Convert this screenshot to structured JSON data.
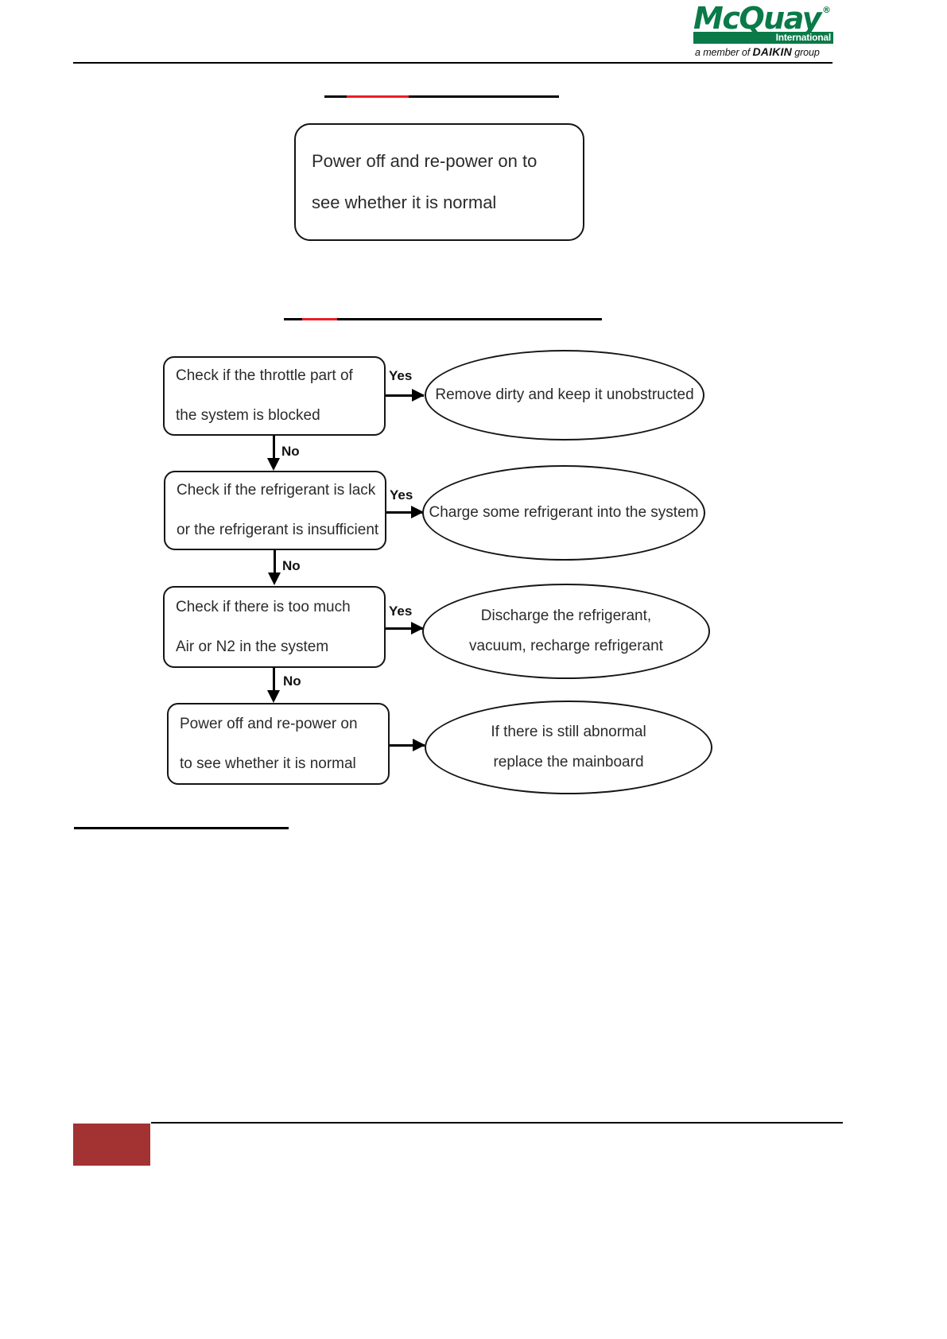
{
  "header": {
    "logo": {
      "wordmark": "McQuay",
      "registered_mark": "®",
      "subtitle": "International",
      "tagline_prefix": "a member of ",
      "tagline_brand": "DAIKIN",
      "tagline_suffix": " group",
      "brand_green": "#0a7a48"
    }
  },
  "rules": {
    "accent_red": "#ee1c25",
    "line_black": "#000000"
  },
  "top_box": {
    "line1": "Power off and re-power on to",
    "line2": "see whether it is normal"
  },
  "flow": {
    "rows": [
      {
        "condition_line1": "Check if the throttle part of",
        "condition_line2": "the system is blocked",
        "yes_label": "Yes",
        "no_label": "No",
        "action_line1": "Remove dirty and keep it unobstructed",
        "action_line2": ""
      },
      {
        "condition_line1": "Check if the refrigerant is lack",
        "condition_line2": "or the refrigerant is insufficient",
        "yes_label": "Yes",
        "no_label": "No",
        "action_line1": "Charge some refrigerant into the system",
        "action_line2": ""
      },
      {
        "condition_line1": "Check if there is too much",
        "condition_line2": "Air or N2 in the system",
        "yes_label": "Yes",
        "no_label": "No",
        "action_line1": "Discharge the refrigerant,",
        "action_line2": "vacuum, recharge refrigerant"
      },
      {
        "condition_line1": "Power off and re-power on",
        "condition_line2": "to see whether it is normal",
        "yes_label": "",
        "no_label": "",
        "action_line1": "If there is still abnormal",
        "action_line2": "replace the mainboard"
      }
    ]
  },
  "footer": {
    "swatch_color": "#a33232"
  }
}
